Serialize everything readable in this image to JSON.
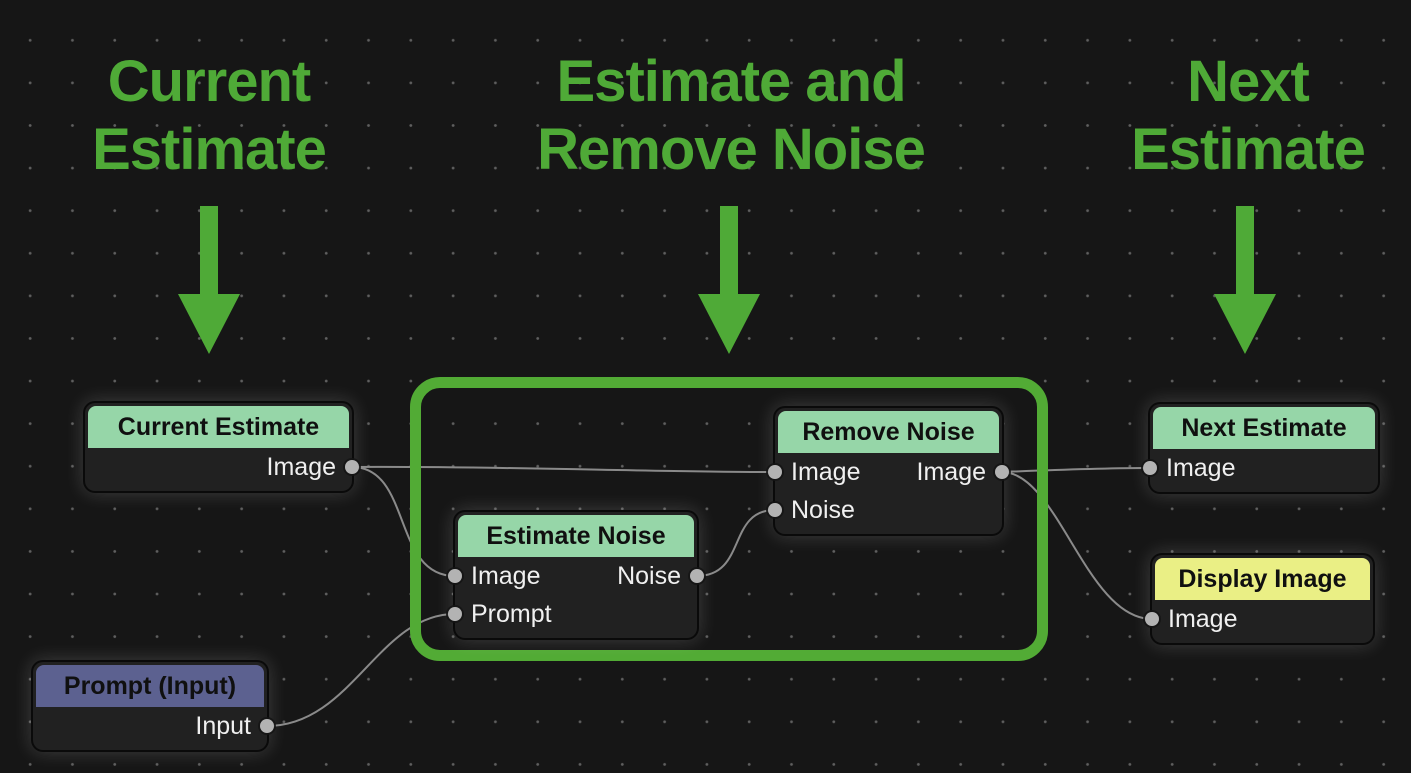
{
  "annotations": {
    "current": {
      "line1": "Current",
      "line2": "Estimate"
    },
    "middle": {
      "line1": "Estimate and",
      "line2": "Remove Noise"
    },
    "next": {
      "line1": "Next",
      "line2": "Estimate"
    }
  },
  "nodes": {
    "current_estimate": {
      "title": "Current Estimate",
      "output_image": "Image"
    },
    "estimate_noise": {
      "title": "Estimate Noise",
      "input_image": "Image",
      "input_prompt": "Prompt",
      "output_noise": "Noise"
    },
    "remove_noise": {
      "title": "Remove Noise",
      "input_image": "Image",
      "input_noise": "Noise",
      "output_image": "Image"
    },
    "next_estimate": {
      "title": "Next Estimate",
      "input_image": "Image"
    },
    "display_image": {
      "title": "Display Image",
      "input_image": "Image"
    },
    "prompt_input": {
      "title": "Prompt (Input)",
      "output_input": "Input"
    }
  },
  "colors": {
    "background": "#161616",
    "grid_dot": "#5F5F5F",
    "annotation_green": "#4FAA37",
    "group_border_green": "#52AB35",
    "node_body": "#212121",
    "node_header_green": "#96D6A8",
    "node_header_yellow": "#EAEF85",
    "node_header_purple": "#5C6190",
    "wire_gray": "#8A8A8A",
    "port_gray": "#B3B3B3",
    "node_label_text": "#F0F0F0",
    "header_text": "#101010"
  }
}
